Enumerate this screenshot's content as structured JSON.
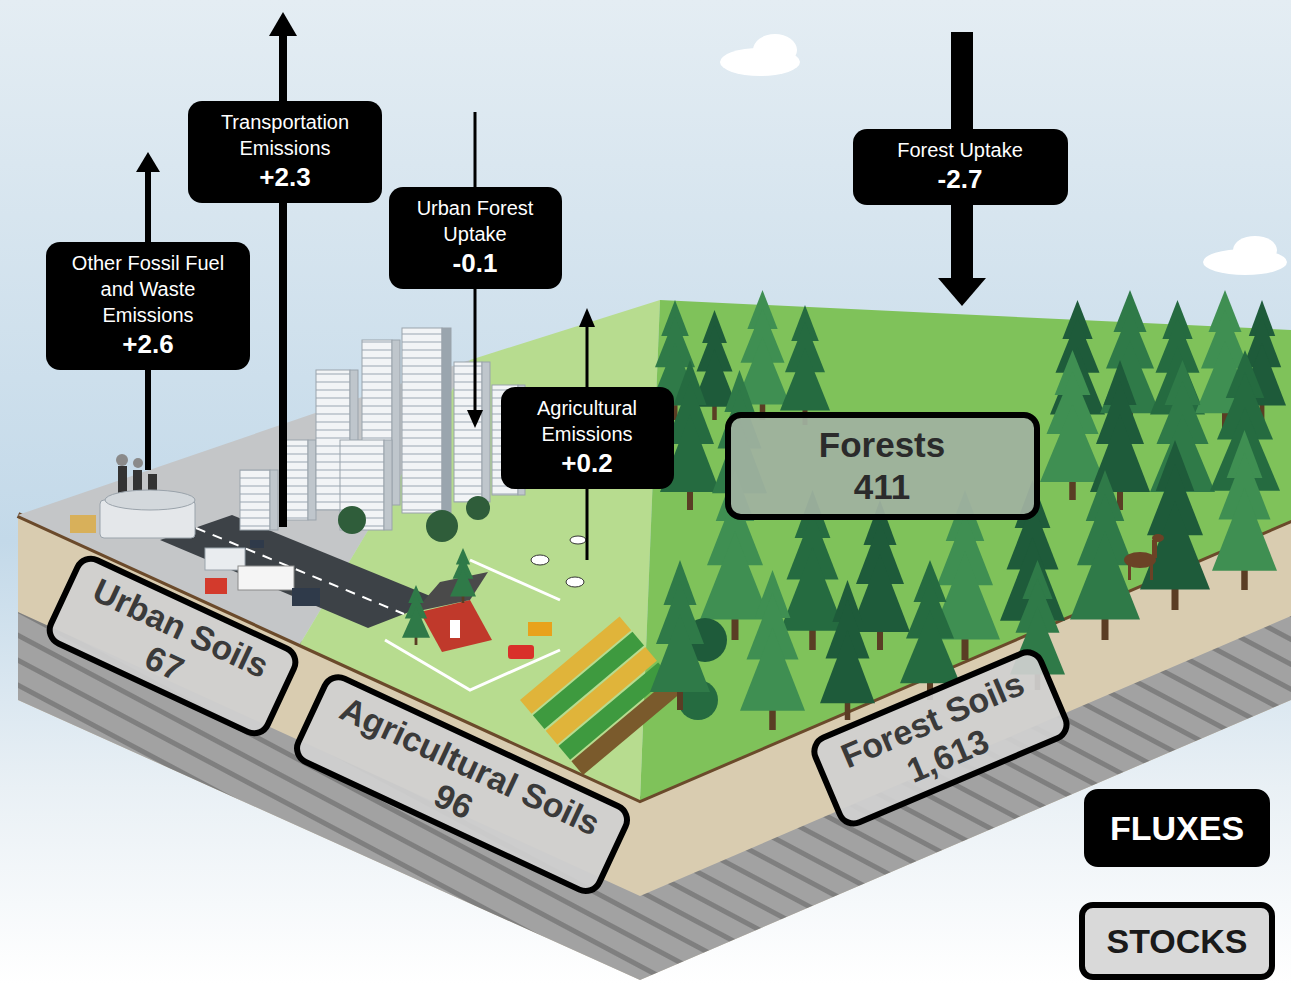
{
  "diagram": {
    "nodes": [
      {
        "text": [
          "Other Fossil Fuel and Waste Emissions",
          "+2.6"
        ]
      },
      {
        "text": [
          "Transportation Emissions",
          "+2.3"
        ]
      },
      {
        "text": [
          "Urban Forest Uptake",
          "-0.1"
        ]
      },
      {
        "text": [
          "Agricultural Emissions",
          "+0.2"
        ]
      },
      {
        "text": [
          "Forest Uptake",
          "-2.7"
        ]
      },
      {
        "text": [
          "Forests",
          "411"
        ]
      },
      {
        "text": [
          "Urban Soils",
          "67"
        ]
      },
      {
        "text": [
          "Agricultural Soils",
          "96"
        ]
      },
      {
        "text": [
          "Forest Soils",
          "1,613"
        ]
      }
    ],
    "legend": [
      {
        "text": "FLUXES",
        "color": "#000000"
      },
      {
        "text": "STOCKS",
        "color": "#d9d9d9"
      }
    ]
  }
}
